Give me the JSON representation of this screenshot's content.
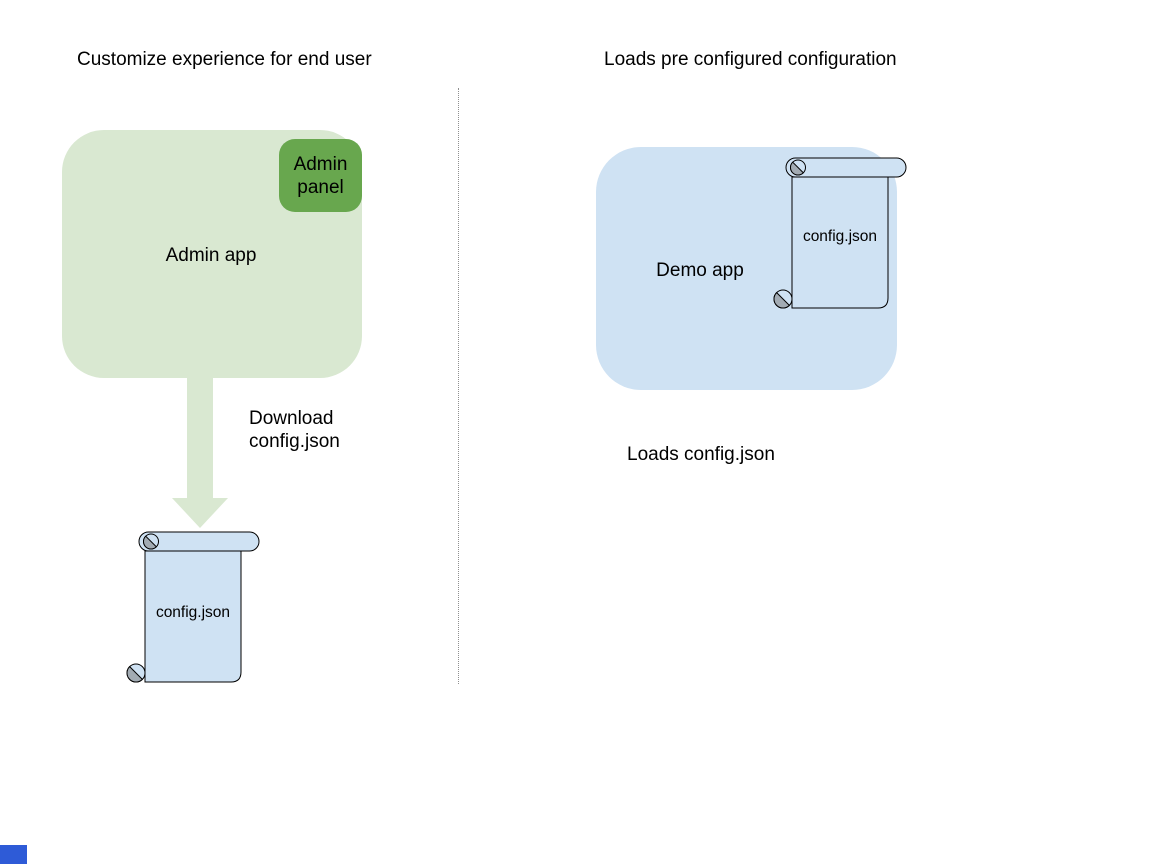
{
  "left": {
    "title": "Customize experience for end user",
    "app_label": "Admin app",
    "panel_label": "Admin panel",
    "arrow_label": "Download config.json",
    "scroll_label": "config.json"
  },
  "right": {
    "title": "Loads pre configured configuration",
    "app_label": "Demo app",
    "scroll_label": "config.json",
    "caption": "Loads config.json"
  },
  "colors": {
    "app_green": "#d9e8d1",
    "panel_green": "#68a74e",
    "arrow_green": "#d9e8d1",
    "app_blue": "#cfe2f3",
    "scroll_blue": "#cfe2f3",
    "curl_gray": "#a2abb3",
    "divider_gray": "#8f8f8f",
    "corner_blue": "#2e5bd7"
  }
}
